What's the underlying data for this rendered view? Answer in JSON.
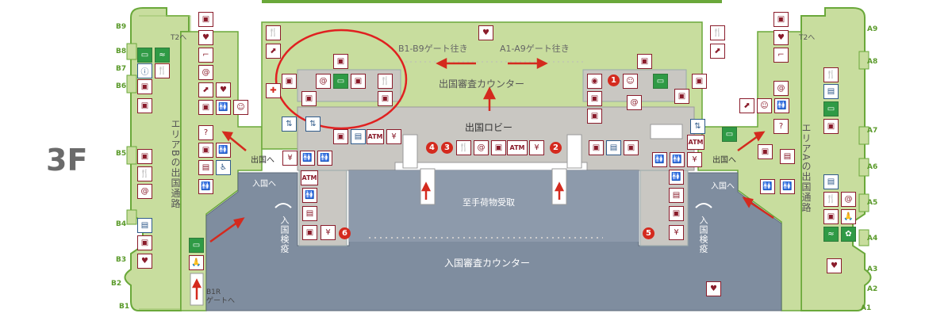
{
  "floor_label": "3F",
  "gates_left": [
    "B9",
    "B8",
    "B7",
    "B6",
    "B5",
    "B4",
    "B3",
    "B2",
    "B1"
  ],
  "gates_right": [
    "A9",
    "A8",
    "A7",
    "A6",
    "A5",
    "A4",
    "A3",
    "A2",
    "A1"
  ],
  "labels": {
    "t2_left": "T2へ",
    "t2_right": "T2へ",
    "b_gate_direction": "B1-B9ゲート往き",
    "a_gate_direction": "A1-A9ゲート往き",
    "departure_immigration": "出国審査カウンター",
    "departure_lobby": "出国ロビー",
    "baggage_claim": "至手荷物受取",
    "arrival_immigration": "入国審査カウンター",
    "area_b_passage": "エリアBの出国通路",
    "area_a_passage": "エリアAの出国通路",
    "to_departure_left": "出国へ",
    "to_departure_right": "出国へ",
    "to_arrival_left": "入国へ",
    "to_arrival_right": "入国へ",
    "quarantine_left": "入国検疫",
    "quarantine_right": "入国検疫",
    "b1r_gate_line1": "B1R",
    "b1r_gate_line2": "ゲートへ"
  },
  "markers": [
    "1",
    "2",
    "3",
    "4",
    "5",
    "6"
  ],
  "icon_texts": {
    "atm": "ATM",
    "internet": "@",
    "restroom": "🚻"
  },
  "colors": {
    "green_floor": "#c8dd9e",
    "green_border": "#6aa83a",
    "departure_area": "#c9c7c2",
    "arrival_area": "#7f8d9f",
    "highlight_circle": "#e02020",
    "arrow_red": "#d42a1e",
    "icon_maroon": "#8a1c2b"
  }
}
